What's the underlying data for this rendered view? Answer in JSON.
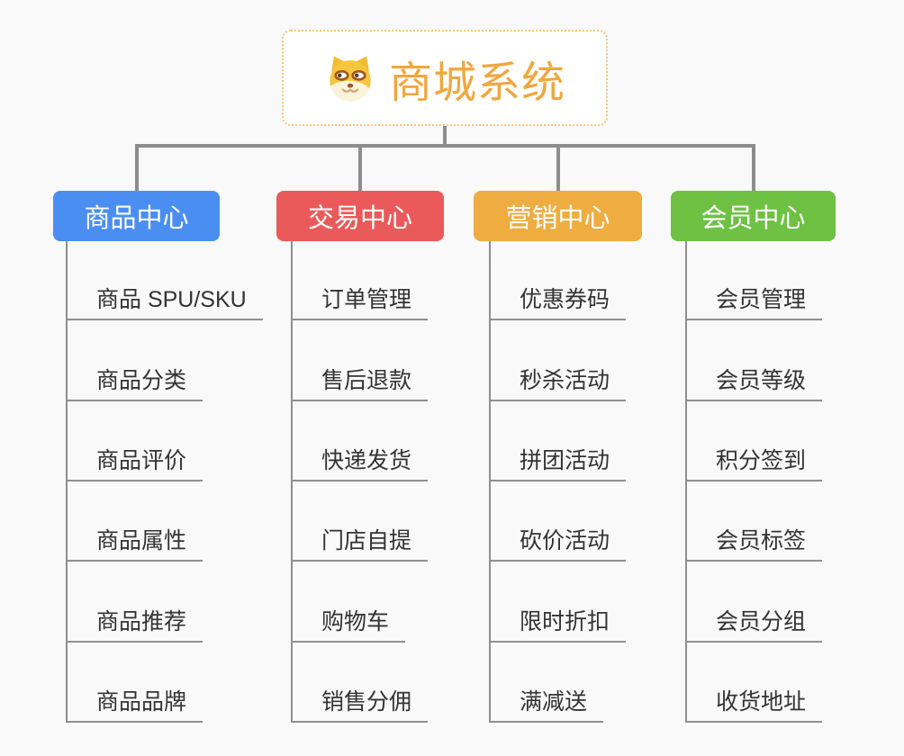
{
  "root": {
    "title": "商城系统",
    "title_color": "#f0a73e",
    "border_color": "#f6c57d",
    "icon": "dog-face-icon"
  },
  "branches": [
    {
      "label": "商品中心",
      "color": "#4a8ef2",
      "children": [
        "商品 SPU/SKU",
        "商品分类",
        "商品评价",
        "商品属性",
        "商品推荐",
        "商品品牌"
      ]
    },
    {
      "label": "交易中心",
      "color": "#ea5a5a",
      "children": [
        "订单管理",
        "售后退款",
        "快递发货",
        "门店自提",
        "购物车",
        "销售分佣"
      ]
    },
    {
      "label": "营销中心",
      "color": "#efac40",
      "children": [
        "优惠券码",
        "秒杀活动",
        "拼团活动",
        "砍价活动",
        "限时折扣",
        "满减送"
      ]
    },
    {
      "label": "会员中心",
      "color": "#6ec143",
      "children": [
        "会员管理",
        "会员等级",
        "积分签到",
        "会员标签",
        "会员分组",
        "收货地址"
      ]
    }
  ],
  "colors": {
    "background": "#f9f9f9",
    "connector": "#8c8c8c",
    "leaf_line": "#8f8f8f",
    "leaf_text": "#333333",
    "branch_text": "#ffffff"
  }
}
